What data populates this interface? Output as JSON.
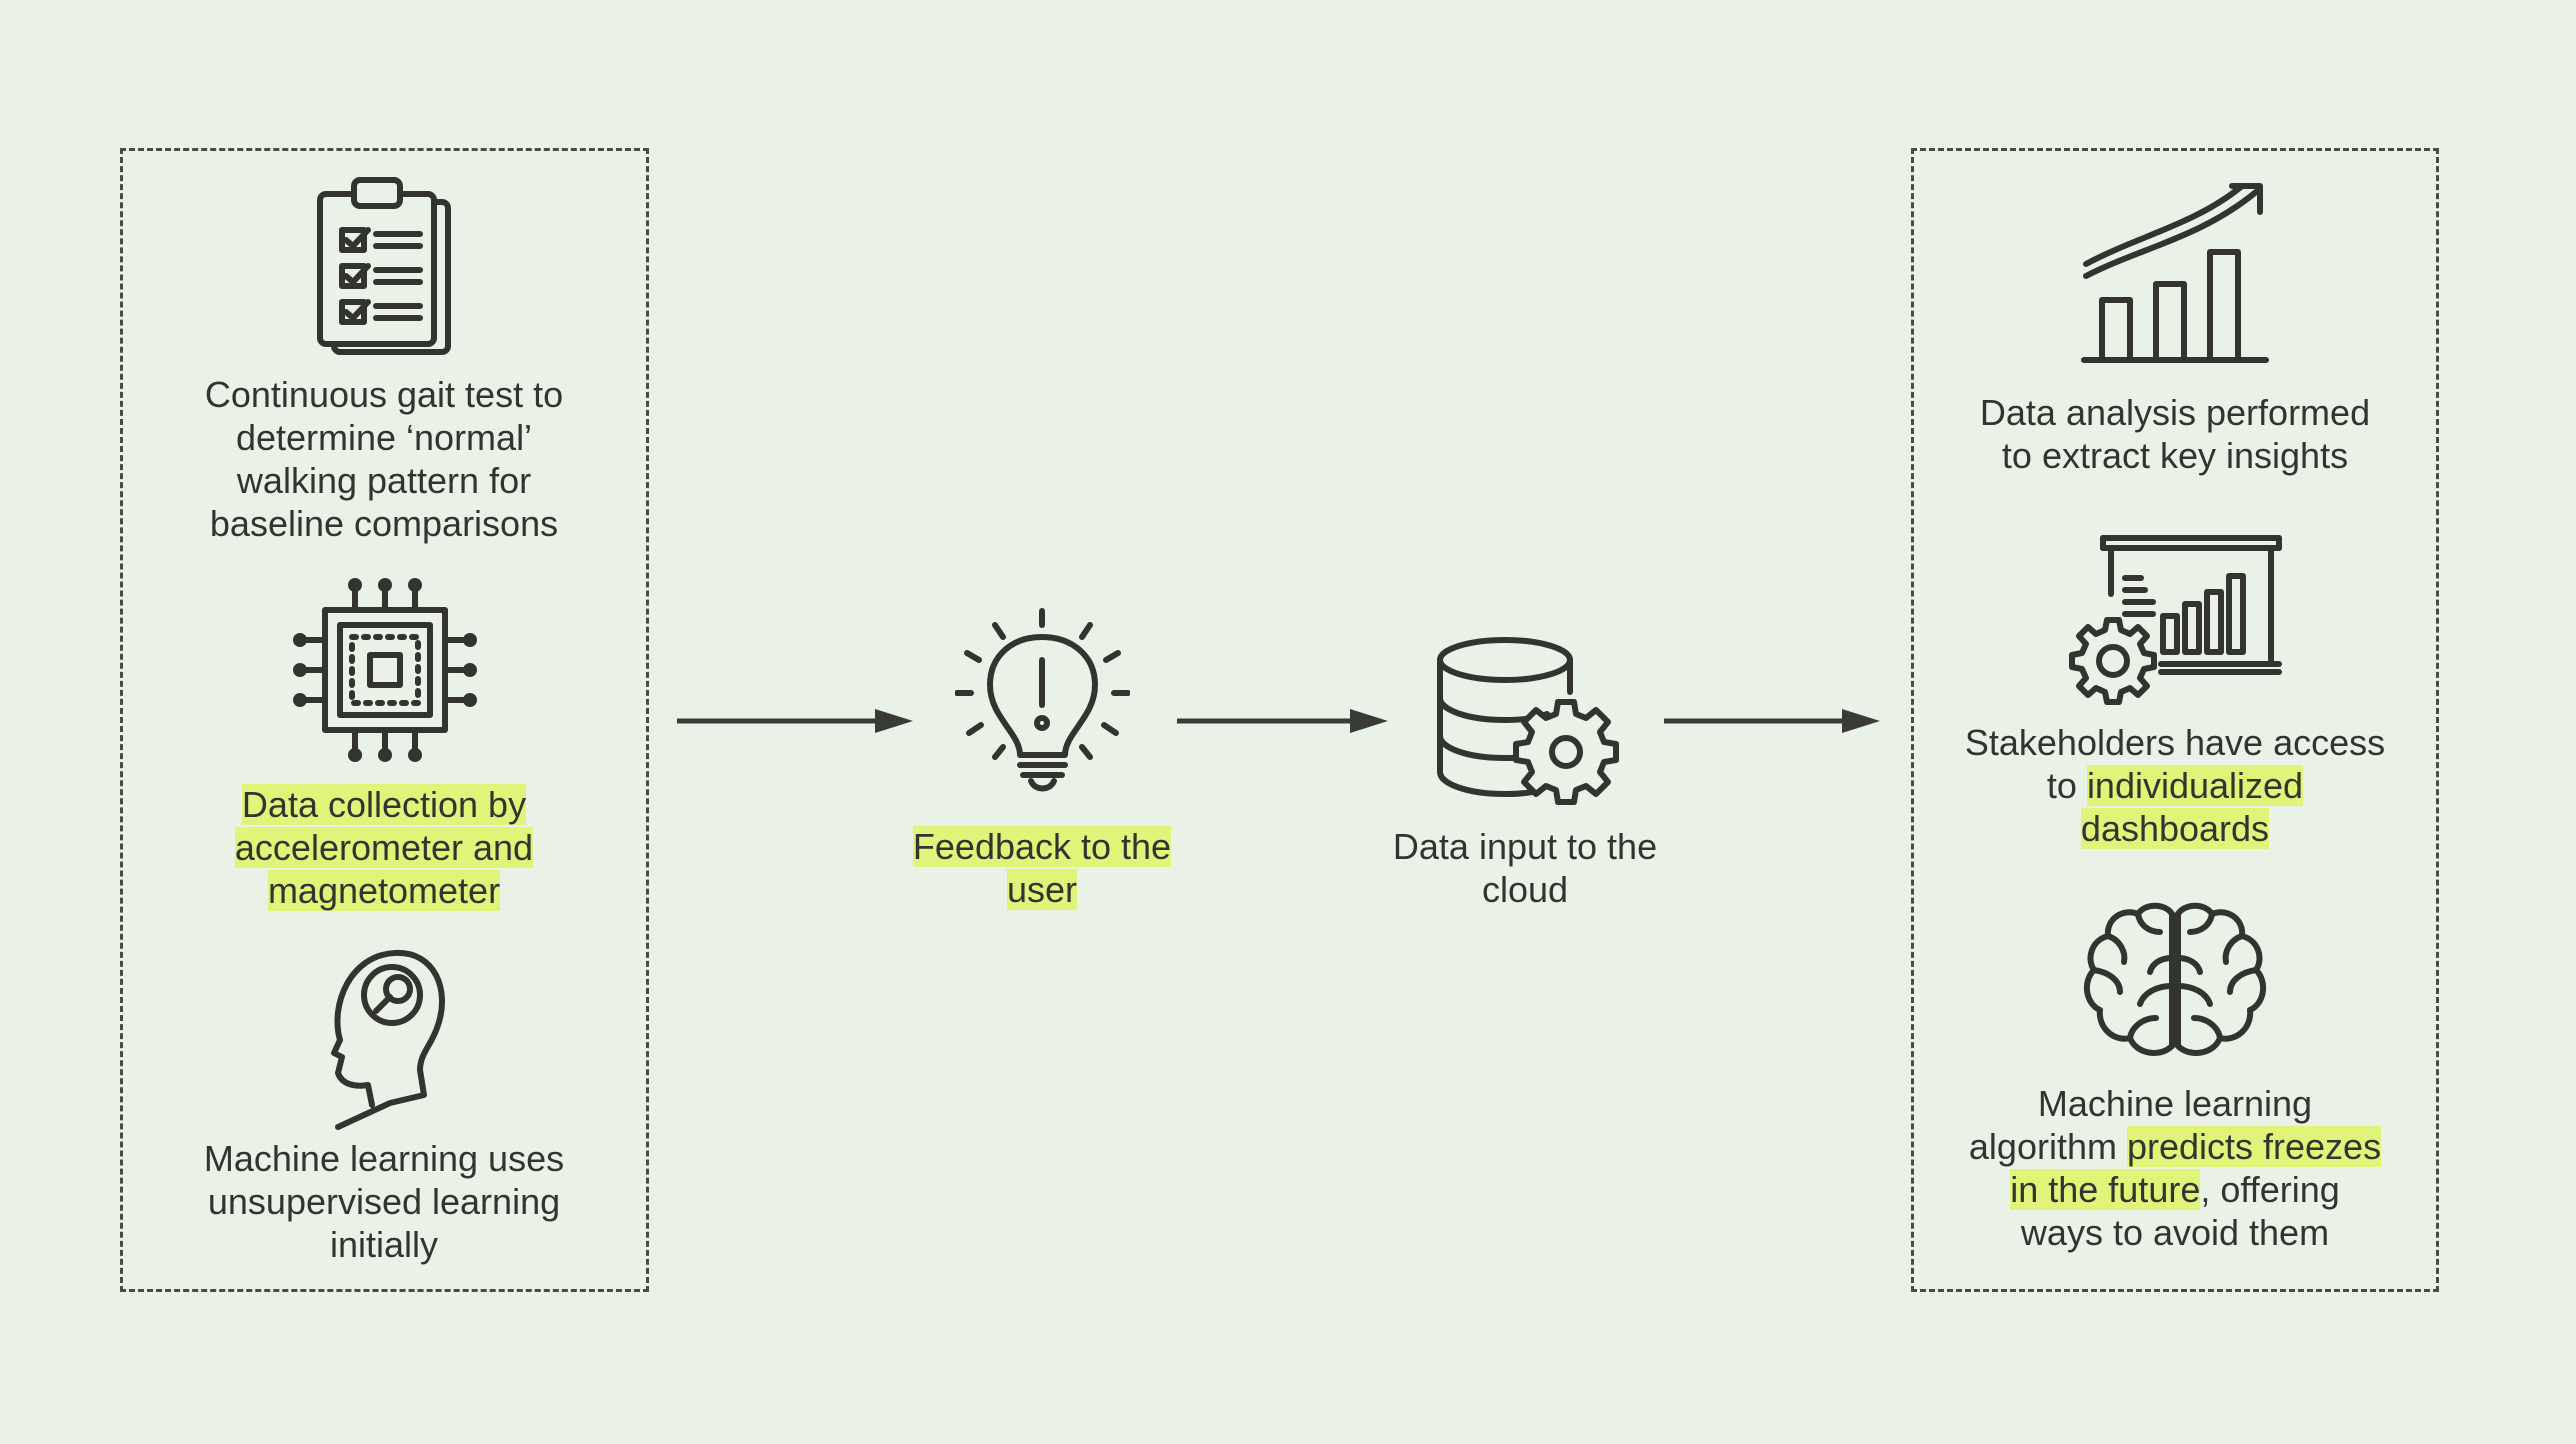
{
  "colors": {
    "background": "#eaf2e7",
    "ink": "#33342f",
    "highlight": "#e1f47a"
  },
  "left_group": {
    "step1": {
      "icon": "clipboard-checklist-icon",
      "lines": [
        "Continuous gait test to",
        "determine ‘normal’",
        "walking pattern for",
        "baseline comparisons"
      ]
    },
    "step2": {
      "icon": "microchip-icon",
      "lines": [
        "Data collection by",
        "accelerometer and",
        "magnetometer"
      ],
      "highlighted": true
    },
    "step3": {
      "icon": "head-magnifier-icon",
      "lines": [
        "Machine learning uses",
        "unsupervised learning",
        "initially"
      ]
    }
  },
  "feedback": {
    "icon": "lightbulb-exclamation-icon",
    "lines": [
      "Feedback to the",
      "user"
    ],
    "highlighted": true
  },
  "cloud_input": {
    "icon": "database-gear-icon",
    "lines": [
      "Data input to the",
      "cloud"
    ]
  },
  "right_group": {
    "analysis": {
      "icon": "growth-chart-icon",
      "lines": [
        "Data analysis performed",
        "to extract key insights"
      ]
    },
    "dashboards": {
      "icon": "dashboard-gear-icon",
      "line1": "Stakeholders have access",
      "line2_plain": "to ",
      "line2_hl": "individualized",
      "line3_hl": "dashboards"
    },
    "prediction": {
      "icon": "brain-icon",
      "line1": "Machine learning",
      "line2_plain": "algorithm ",
      "line2_hl": "predicts freezes",
      "line3_hl": "in the future",
      "line3_plain": ", offering",
      "line4": "ways to avoid them"
    }
  }
}
